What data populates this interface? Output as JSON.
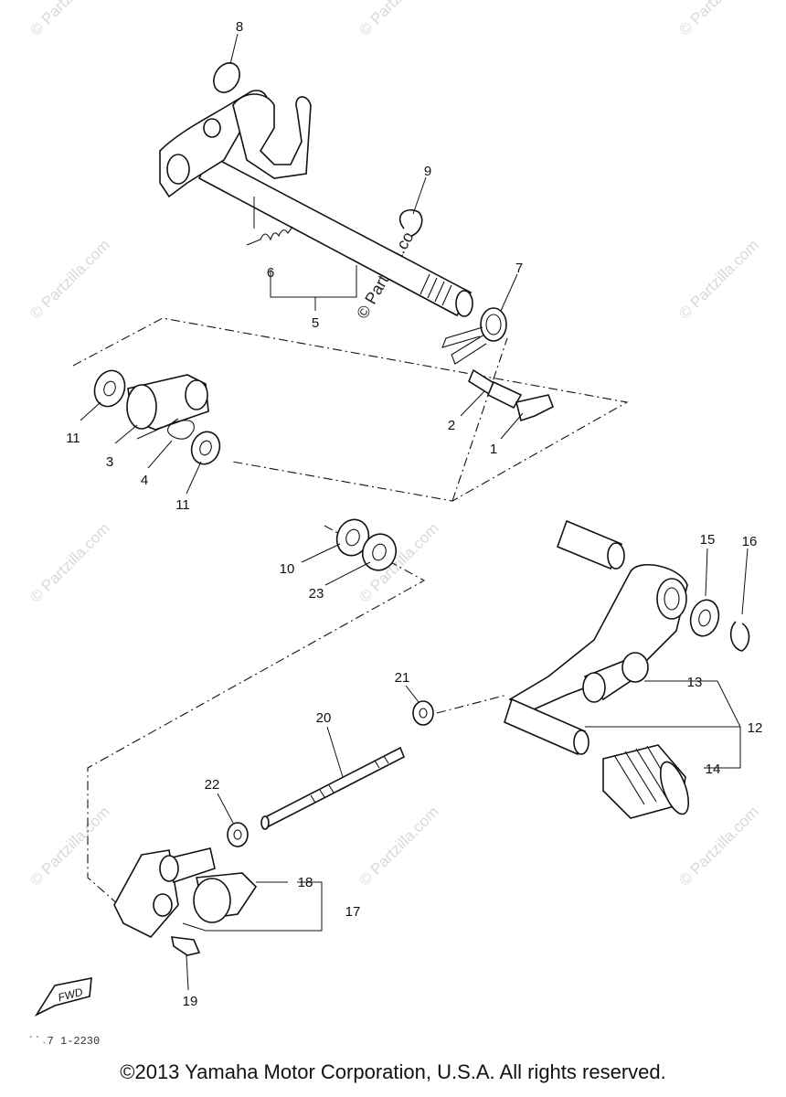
{
  "watermark": "© Partzilla.com",
  "callouts": {
    "p1": "1",
    "p2": "2",
    "p3": "3",
    "p4": "4",
    "p5": "5",
    "p6": "6",
    "p7": "7",
    "p8": "8",
    "p9": "9",
    "p10": "10",
    "p11a": "11",
    "p11b": "11",
    "p12": "12",
    "p13": "13",
    "p14": "14",
    "p15": "15",
    "p16": "16",
    "p17": "17",
    "p18": "18",
    "p19": "19",
    "p20": "20",
    "p21": "21",
    "p22": "22",
    "p23": "23"
  },
  "fwd_label": "FWD",
  "drawing_code": "´´˒7 1-2230",
  "copyright": "©2013 Yamaha Motor Corporation, U.S.A. All rights reserved."
}
